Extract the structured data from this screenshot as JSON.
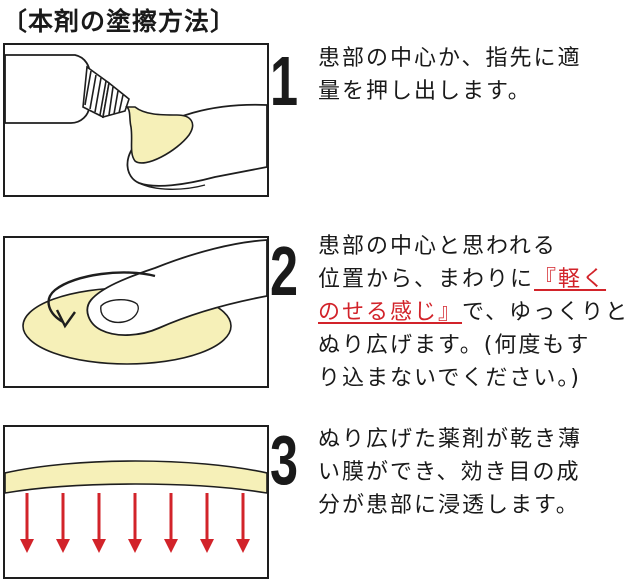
{
  "title": "〔本剤の塗擦方法〕",
  "steps": [
    {
      "number": "1",
      "lines": [
        "患部の中心か、指先に適",
        "量を押し出します。"
      ]
    },
    {
      "number": "2",
      "line1": "患部の中心と思われる",
      "line2": "位置から、まわりに",
      "highlight_part1": "『軽く",
      "highlight_part2": "のせる感じ』",
      "line3_rest": "で、ゆっくりと、",
      "line4": "ぬり広げます。(何度もす",
      "line5": "り込まないでください。)"
    },
    {
      "number": "3",
      "lines": [
        "ぬり広げた薬剤が乾き薄",
        "い膜ができ、効き目の成",
        "分が患部に浸透します。"
      ]
    }
  ],
  "colors": {
    "cream": "#f6f0b8",
    "arrow_red": "#d2232a",
    "highlight_red": "#d2232a",
    "outline": "#1e1e1e"
  }
}
